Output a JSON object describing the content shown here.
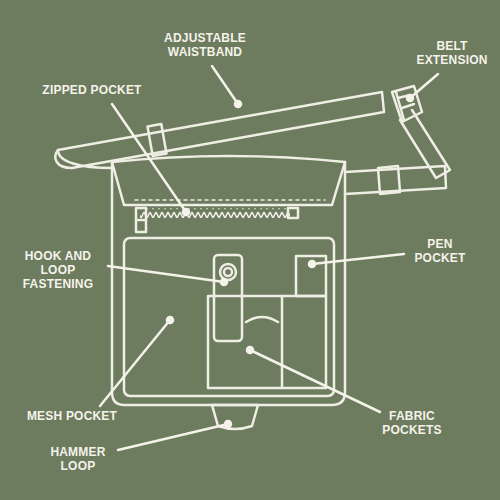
{
  "diagram": {
    "labels": [
      "ADJUSTABLE WAISTBAND",
      "BELT EXTENSION",
      "ZIPPED POCKET",
      "HOOK AND LOOP FASTENING",
      "PEN POCKET",
      "MESH POCKET",
      "FABRIC POCKETS",
      "HAMMER LOOP"
    ]
  }
}
